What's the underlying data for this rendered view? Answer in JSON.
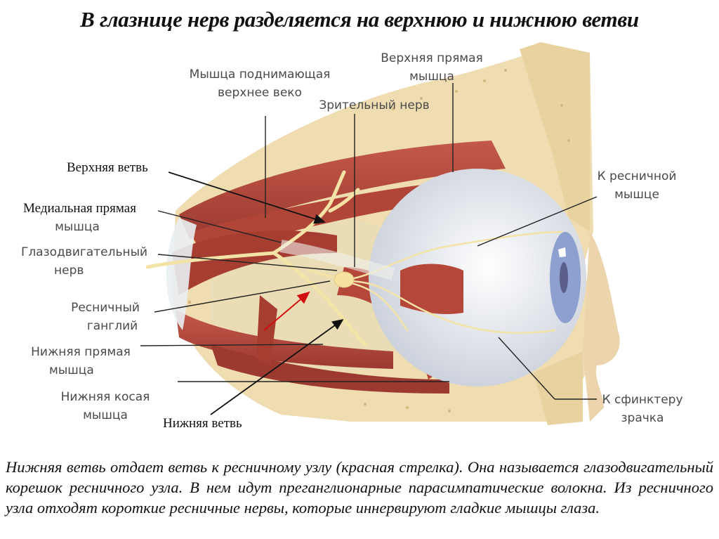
{
  "title": "В глазнице нерв разделяется на верхнюю и нижнюю ветви",
  "labels": {
    "levator_1": "Мышца поднимающая",
    "levator_2": "верхнее веко",
    "optic_nerve": "Зрительный нерв",
    "superior_rectus_1": "Верхняя прямая",
    "superior_rectus_2": "мышца",
    "superior_branch": "Верхняя ветвь",
    "medial_rectus_1": "Медиальная прямая",
    "medial_rectus_2": "мышца",
    "oculomotor_1": "Глазодвигательный",
    "oculomotor_2": "нерв",
    "ciliary_ganglion_1": "Ресничный",
    "ciliary_ganglion_2": "ганглий",
    "inferior_rectus_1": "Нижняя прямая",
    "inferior_rectus_2": "мышца",
    "inferior_oblique_1": "Нижняя косая",
    "inferior_oblique_2": "мышца",
    "inferior_branch": "Нижняя ветвь",
    "ciliary_muscle_1": "К ресничной",
    "ciliary_muscle_2": "мышце",
    "sphincter_1": "К сфинктеру",
    "sphincter_2": "зрачка"
  },
  "caption": "Нижняя ветвь отдает ветвь к ресничному узлу (красная стрелка). Она называется глазодвигательный корешок ресничного узла. В нем идут преганглионарные парасимпати­ческие волокна. Из ресничного узла отходят короткие ресничные нервы, которые иннервируют гладкие мышцы глаза.",
  "colors": {
    "bone": "#efdcb0",
    "muscle": "#b5473a",
    "nerve": "#f3e3a6",
    "eyeball": "#e9ecf2",
    "iris": "#8ea0cf",
    "red_arrow": "#d01010"
  }
}
